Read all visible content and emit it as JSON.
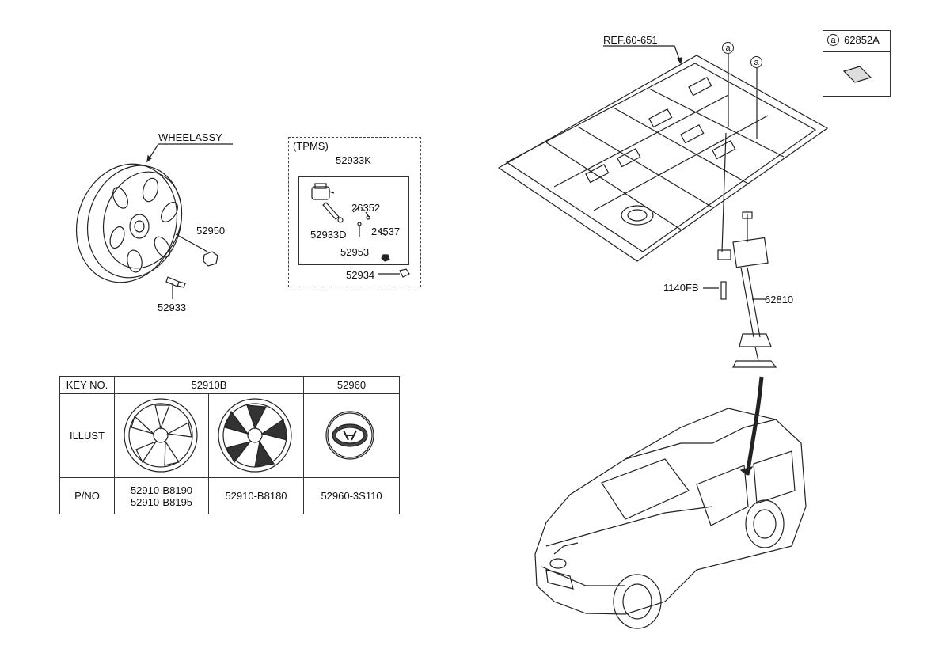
{
  "wheel": {
    "title": "WHEELASSY",
    "nut": "52950",
    "valve": "52933"
  },
  "tpms": {
    "header": "(TPMS)",
    "sensor_assy": "52933K",
    "grommet": "26352",
    "valve_stem": "52933D",
    "nut": "24537",
    "screw": "52953",
    "cap": "52934"
  },
  "callouts": {
    "ref": "REF.60-651",
    "bolt": "1140FB",
    "carrier": "62810",
    "circle_a": "a"
  },
  "ref_box": {
    "letter": "a",
    "part": "62852A"
  },
  "table": {
    "row1_label": "KEY NO.",
    "col_hub": "52910B",
    "col_cap": "52960",
    "row2_label": "ILLUST",
    "row3_label": "P/NO",
    "pno_1a": "52910-B8190",
    "pno_1b": "52910-B8195",
    "pno_2": "52910-B8180",
    "pno_3": "52960-3S110"
  }
}
